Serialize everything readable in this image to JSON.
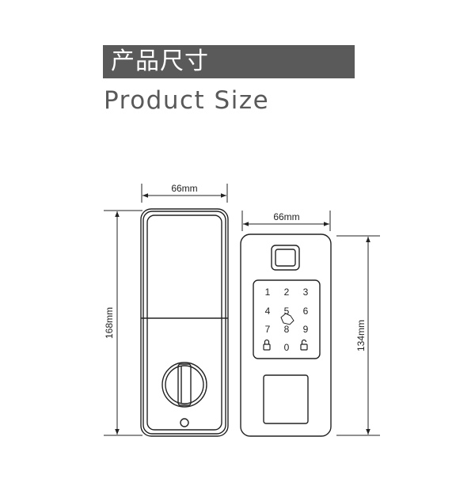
{
  "header": {
    "title_cn": "产品尺寸",
    "title_en": "Product Size"
  },
  "dimensions": {
    "left_width": "66mm",
    "left_height": "168mm",
    "right_width": "66mm",
    "right_height": "134mm"
  },
  "keypad": {
    "keys": [
      "1",
      "2",
      "3",
      "4",
      "5",
      "6",
      "7",
      "8",
      "9",
      "0"
    ]
  },
  "icons": {
    "fingerprint": "fingerprint-sensor-icon",
    "card": "card-reader-icon",
    "lock_left": "lock-icon",
    "lock_right": "unlock-icon",
    "thumb_turn": "thumb-turn-icon",
    "keyhole": "keyhole-icon"
  },
  "colors": {
    "title_bar": "#5a5a5a",
    "title_text": "#595959",
    "drawing_stroke": "#222222"
  }
}
